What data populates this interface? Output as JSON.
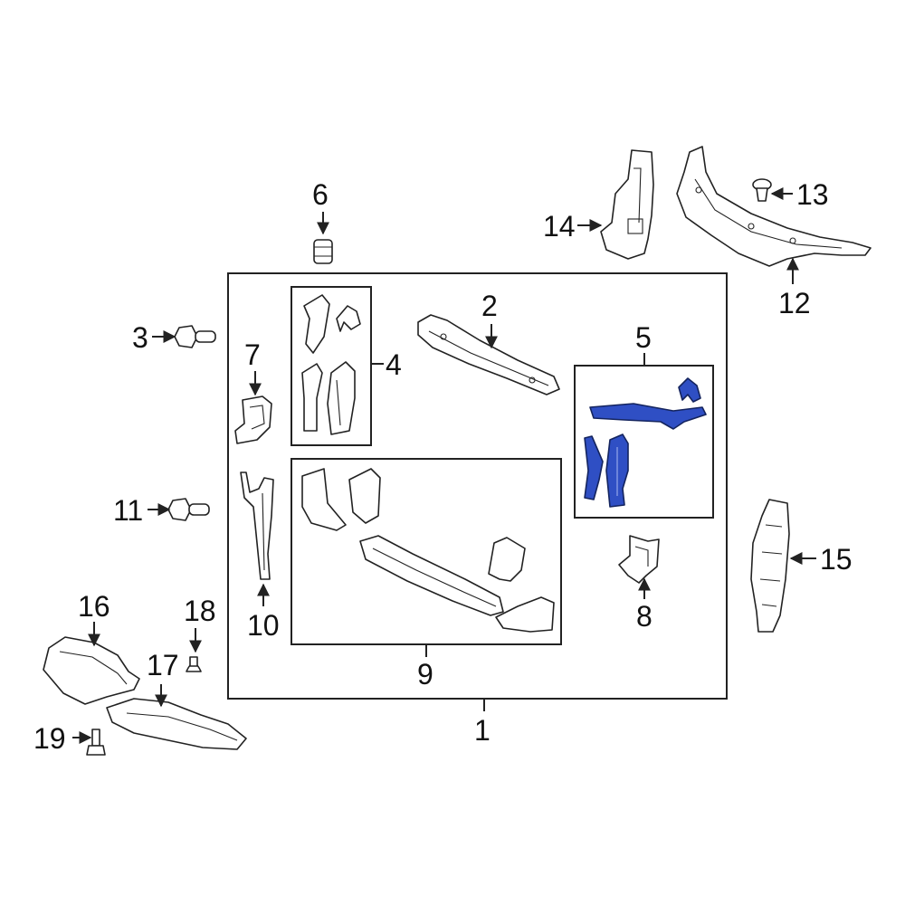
{
  "diagram": {
    "highlight_color": "#2f4fc4",
    "callouts": {
      "c1": "1",
      "c2": "2",
      "c3": "3",
      "c4": "4",
      "c5": "5",
      "c6": "6",
      "c7": "7",
      "c8": "8",
      "c9": "9",
      "c10": "10",
      "c11": "11",
      "c12": "12",
      "c13": "13",
      "c14": "14",
      "c15": "15",
      "c16": "16",
      "c17": "17",
      "c18": "18",
      "c19": "19"
    }
  }
}
